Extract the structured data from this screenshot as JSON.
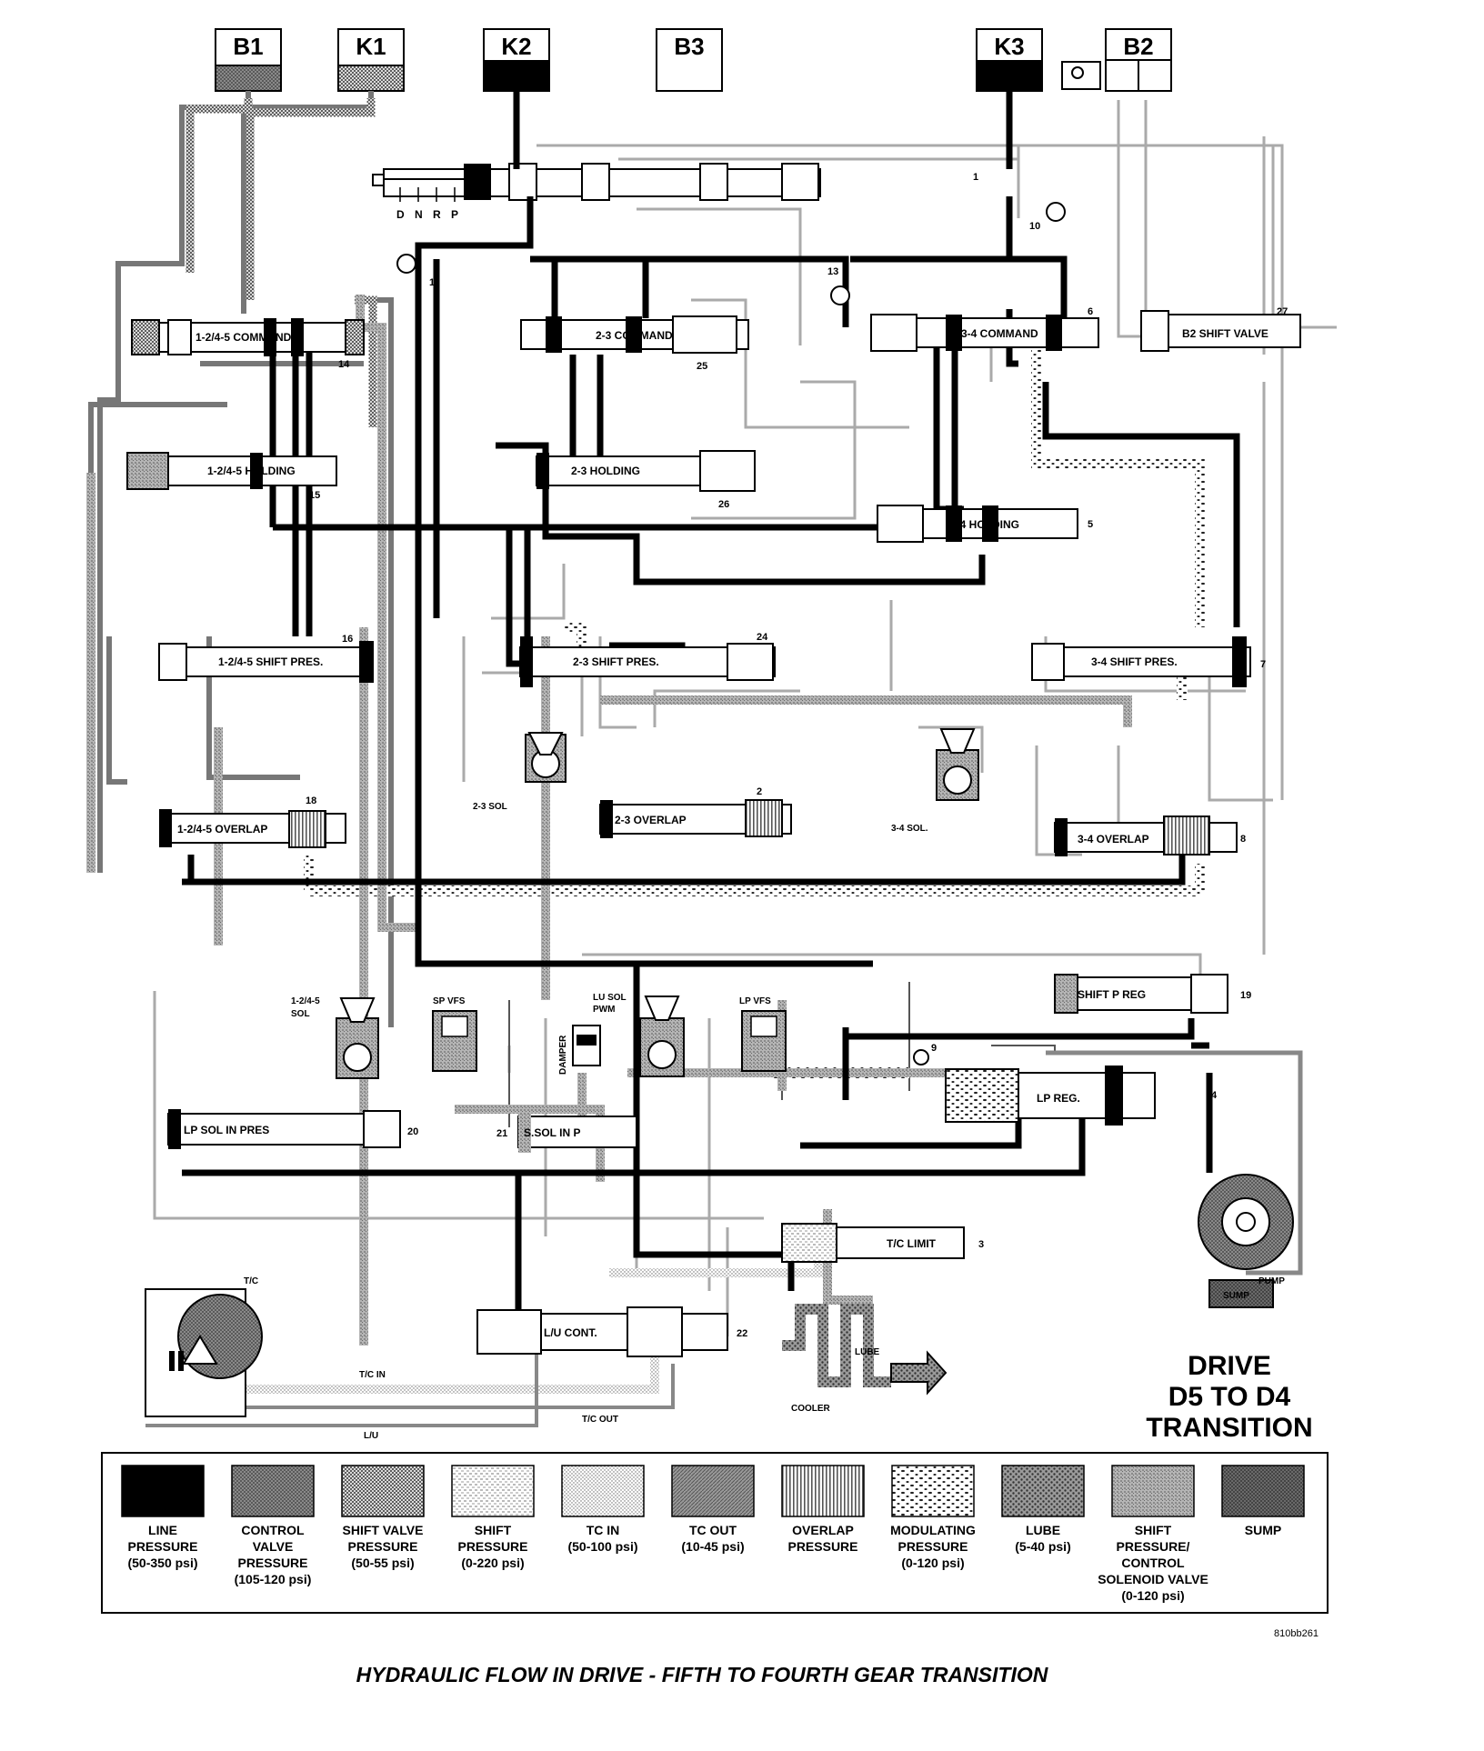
{
  "caption": "HYDRAULIC FLOW IN DRIVE - FIFTH TO FOURTH GEAR TRANSITION",
  "figure_code": "810bb261",
  "mode_title": [
    "DRIVE",
    "D5 TO D4",
    "TRANSITION"
  ],
  "clutches": [
    {
      "id": "B1",
      "pattern": "control"
    },
    {
      "id": "K1",
      "pattern": "shiftvalve"
    },
    {
      "id": "K2",
      "pattern": "line"
    },
    {
      "id": "B3",
      "pattern": "none"
    },
    {
      "id": "K3",
      "pattern": "line"
    },
    {
      "id": "B2",
      "pattern": "none"
    }
  ],
  "selector_positions": [
    "D",
    "N",
    "R",
    "P"
  ],
  "valves": {
    "command_1245": "1-2/4-5 COMMAND",
    "command_23": "2-3 COMMAND",
    "command_34": "3-4 COMMAND",
    "b2_shift": "B2 SHIFT VALVE",
    "holding_1245": "1-2/4-5 HOLDING",
    "holding_23": "2-3 HOLDING",
    "holding_34": "3-4 HOLDING",
    "shiftpres_1245": "1-2/4-5 SHIFT PRES.",
    "shiftpres_23": "2-3 SHIFT PRES.",
    "shiftpres_34": "3-4 SHIFT PRES.",
    "overlap_1245": "1-2/4-5 OVERLAP",
    "overlap_23": "2-3 OVERLAP",
    "overlap_34": "3-4 OVERLAP",
    "shift_p_reg": "SHIFT P REG",
    "lp_sol_in_pres": "LP SOL IN PRES",
    "s_sol_in_p": "S.SOL IN P",
    "lp_reg": "LP REG.",
    "tc_limit": "T/C LIMIT",
    "lu_cont": "L/U CONT."
  },
  "solenoids": {
    "sol_23": "2-3 SOL",
    "sol_34": "3-4 SOL.",
    "sol_1245": [
      "1-2/4-5",
      "SOL"
    ],
    "sp_vfs": "SP VFS",
    "lu_sol": [
      "LU SOL",
      "PWM"
    ],
    "lp_vfs": "LP VFS",
    "damper": "DAMPER"
  },
  "component_labels": {
    "tc": "T/C",
    "tc_in": "T/C IN",
    "tc_out": "T/C OUT",
    "lu": "L/U",
    "cooler": "COOLER",
    "lube": "LUBE",
    "pump": "PUMP",
    "sump": "SUMP"
  },
  "callouts": [
    "1",
    "2",
    "3",
    "4",
    "5",
    "6",
    "7",
    "8",
    "9",
    "10",
    "11",
    "13",
    "14",
    "15",
    "16",
    "18",
    "19",
    "20",
    "21",
    "22",
    "24",
    "25",
    "26",
    "27"
  ],
  "legend": [
    {
      "pattern": "line",
      "label": [
        "LINE",
        "PRESSURE",
        "(50-350 psi)"
      ]
    },
    {
      "pattern": "control",
      "label": [
        "CONTROL",
        "VALVE",
        "PRESSURE",
        "(105-120 psi)"
      ]
    },
    {
      "pattern": "shiftvalve",
      "label": [
        "SHIFT VALVE",
        "PRESSURE",
        "(50-55 psi)"
      ]
    },
    {
      "pattern": "shift",
      "label": [
        "SHIFT",
        "PRESSURE",
        "(0-220 psi)"
      ]
    },
    {
      "pattern": "tcin",
      "label": [
        "TC IN",
        "(50-100 psi)"
      ]
    },
    {
      "pattern": "tcout",
      "label": [
        "TC OUT",
        "(10-45 psi)"
      ]
    },
    {
      "pattern": "overlap",
      "label": [
        "OVERLAP",
        "PRESSURE"
      ]
    },
    {
      "pattern": "modulating",
      "label": [
        "MODULATING",
        "PRESSURE",
        "(0-120 psi)"
      ]
    },
    {
      "pattern": "lube",
      "label": [
        "LUBE",
        "(5-40 psi)"
      ]
    },
    {
      "pattern": "shiftsol",
      "label": [
        "SHIFT",
        "PRESSURE/",
        "CONTROL",
        "SOLENOID VALVE",
        "(0-120 psi)"
      ]
    },
    {
      "pattern": "sump",
      "label": [
        "SUMP"
      ]
    }
  ]
}
